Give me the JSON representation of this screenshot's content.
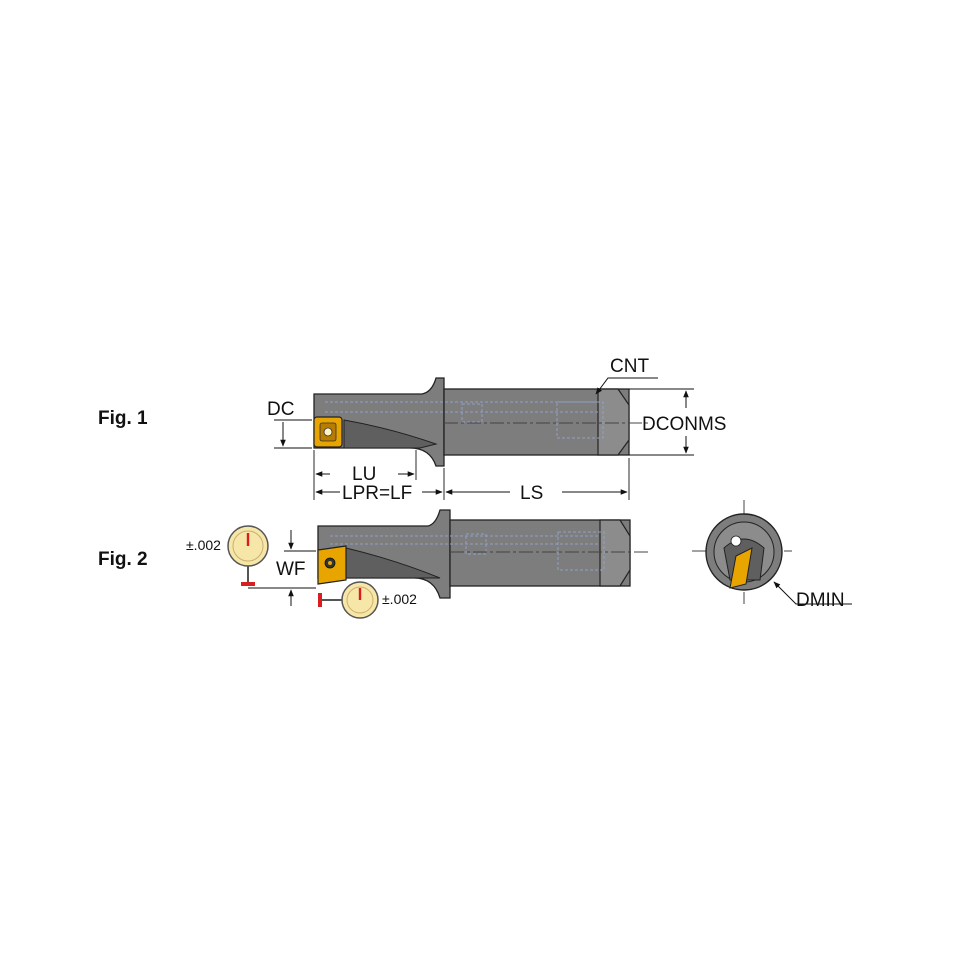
{
  "figures": {
    "fig1": {
      "label": "Fig. 1"
    },
    "fig2": {
      "label": "Fig. 2"
    }
  },
  "dimensions": {
    "dc": "DC",
    "lu": "LU",
    "lpr_lf": "LPR=LF",
    "ls": "LS",
    "cnt": "CNT",
    "dconms": "DCONMS",
    "wf": "WF",
    "dmin": "DMIN"
  },
  "tolerances": {
    "upper": "±.002",
    "lower": "±.002"
  },
  "colors": {
    "tool_body": "#7d7d7d",
    "insert": "#e8a500",
    "hidden_lines": "#8fa0c8",
    "gauge_face": "#f6e6a8",
    "gauge_needle": "#d81e1e",
    "gauge_base": "#d81e1e"
  },
  "icons": {
    "gauge": "dial-indicator-icon",
    "insert": "indexable-insert-icon"
  }
}
